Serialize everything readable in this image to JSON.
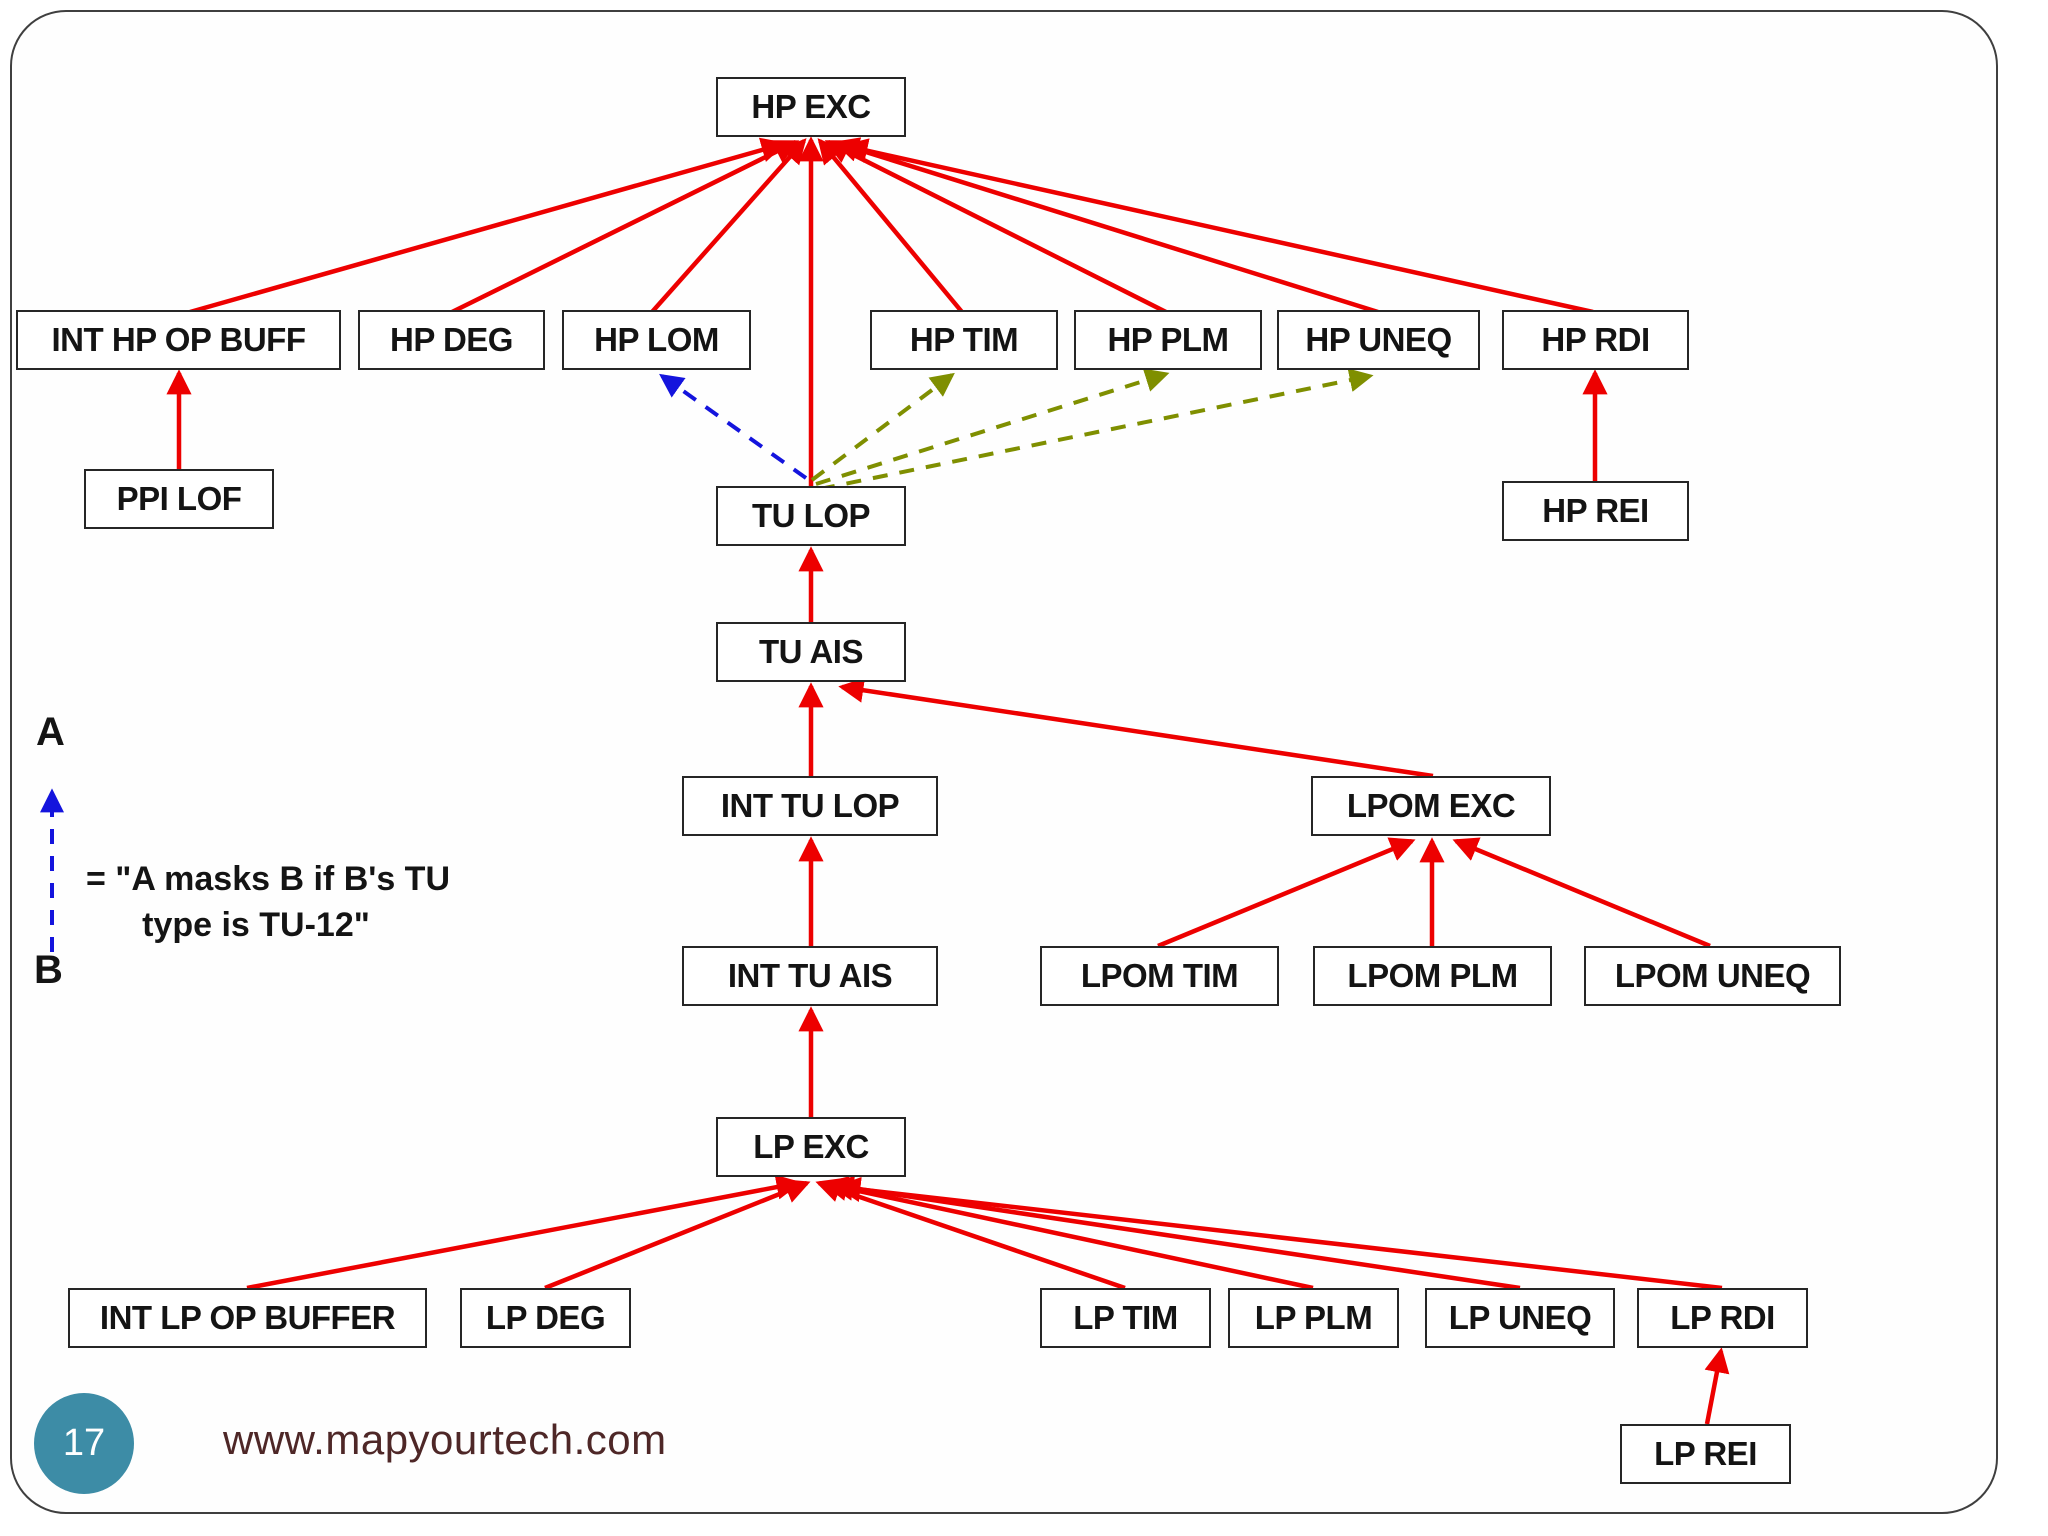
{
  "slide": {
    "page_number": "17",
    "website": "www.mapyourtech.com"
  },
  "colors": {
    "red": "#ed0000",
    "olive": "#7f8f00",
    "blue": "#1414dd",
    "teal_badge": "#3d8ca6",
    "website_text": "#4e2727",
    "box_border": "#262626",
    "page_border": "#3f3f3f"
  },
  "legend": {
    "a_label": "A",
    "b_label": "B",
    "meaning_line1": "= \"A masks B if B's TU",
    "meaning_line2": "type is TU-12\""
  },
  "nodes": {
    "hp_exc": {
      "label": "HP EXC"
    },
    "int_hp_op_buff": {
      "label": "INT HP OP BUFF"
    },
    "hp_deg": {
      "label": "HP DEG"
    },
    "hp_lom": {
      "label": "HP LOM"
    },
    "hp_tim": {
      "label": "HP TIM"
    },
    "hp_plm": {
      "label": "HP PLM"
    },
    "hp_uneq": {
      "label": "HP UNEQ"
    },
    "hp_rdi": {
      "label": "HP RDI"
    },
    "ppi_lof": {
      "label": "PPI LOF"
    },
    "hp_rei": {
      "label": "HP REI"
    },
    "tu_lop": {
      "label": "TU LOP"
    },
    "tu_ais": {
      "label": "TU AIS"
    },
    "int_tu_lop": {
      "label": "INT TU LOP"
    },
    "lpom_exc": {
      "label": "LPOM EXC"
    },
    "int_tu_ais": {
      "label": "INT TU AIS"
    },
    "lpom_tim": {
      "label": "LPOM TIM"
    },
    "lpom_plm": {
      "label": "LPOM PLM"
    },
    "lpom_uneq": {
      "label": "LPOM UNEQ"
    },
    "lp_exc": {
      "label": "LP EXC"
    },
    "int_lp_op_buffer": {
      "label": "INT LP OP BUFFER"
    },
    "lp_deg": {
      "label": "LP DEG"
    },
    "lp_tim": {
      "label": "LP TIM"
    },
    "lp_plm": {
      "label": "LP PLM"
    },
    "lp_uneq": {
      "label": "LP UNEQ"
    },
    "lp_rdi": {
      "label": "LP RDI"
    },
    "lp_rei": {
      "label": "LP REI"
    }
  },
  "edges": [
    {
      "from": "int_hp_op_buff",
      "to": "hp_exc",
      "style": "solid",
      "color": "red"
    },
    {
      "from": "hp_deg",
      "to": "hp_exc",
      "style": "solid",
      "color": "red"
    },
    {
      "from": "hp_lom",
      "to": "hp_exc",
      "style": "solid",
      "color": "red"
    },
    {
      "from": "tu_lop",
      "to": "hp_exc",
      "style": "solid",
      "color": "red"
    },
    {
      "from": "hp_tim",
      "to": "hp_exc",
      "style": "solid",
      "color": "red"
    },
    {
      "from": "hp_plm",
      "to": "hp_exc",
      "style": "solid",
      "color": "red"
    },
    {
      "from": "hp_uneq",
      "to": "hp_exc",
      "style": "solid",
      "color": "red"
    },
    {
      "from": "hp_rdi",
      "to": "hp_exc",
      "style": "solid",
      "color": "red"
    },
    {
      "from": "ppi_lof",
      "to": "int_hp_op_buff",
      "style": "solid",
      "color": "red"
    },
    {
      "from": "hp_rei",
      "to": "hp_rdi",
      "style": "solid",
      "color": "red"
    },
    {
      "from": "tu_ais",
      "to": "tu_lop",
      "style": "solid",
      "color": "red"
    },
    {
      "from": "int_tu_lop",
      "to": "tu_ais",
      "style": "solid",
      "color": "red"
    },
    {
      "from": "lpom_exc",
      "to": "tu_ais",
      "style": "solid",
      "color": "red"
    },
    {
      "from": "int_tu_ais",
      "to": "int_tu_lop",
      "style": "solid",
      "color": "red"
    },
    {
      "from": "lpom_tim",
      "to": "lpom_exc",
      "style": "solid",
      "color": "red"
    },
    {
      "from": "lpom_plm",
      "to": "lpom_exc",
      "style": "solid",
      "color": "red"
    },
    {
      "from": "lpom_uneq",
      "to": "lpom_exc",
      "style": "solid",
      "color": "red"
    },
    {
      "from": "lp_exc",
      "to": "int_tu_ais",
      "style": "solid",
      "color": "red"
    },
    {
      "from": "int_lp_op_buffer",
      "to": "lp_exc",
      "style": "solid",
      "color": "red"
    },
    {
      "from": "lp_deg",
      "to": "lp_exc",
      "style": "solid",
      "color": "red"
    },
    {
      "from": "lp_tim",
      "to": "lp_exc",
      "style": "solid",
      "color": "red"
    },
    {
      "from": "lp_plm",
      "to": "lp_exc",
      "style": "solid",
      "color": "red"
    },
    {
      "from": "lp_uneq",
      "to": "lp_exc",
      "style": "solid",
      "color": "red"
    },
    {
      "from": "lp_rdi",
      "to": "lp_exc",
      "style": "solid",
      "color": "red"
    },
    {
      "from": "lp_rei",
      "to": "lp_rdi",
      "style": "solid",
      "color": "red"
    },
    {
      "from": "tu_lop",
      "to": "hp_lom",
      "style": "dashed",
      "color": "blue"
    },
    {
      "from": "tu_lop",
      "to": "hp_tim",
      "style": "dashed",
      "color": "olive"
    },
    {
      "from": "tu_lop",
      "to": "hp_plm",
      "style": "dashed",
      "color": "olive"
    },
    {
      "from": "tu_lop",
      "to": "hp_uneq",
      "style": "dashed",
      "color": "olive"
    }
  ]
}
